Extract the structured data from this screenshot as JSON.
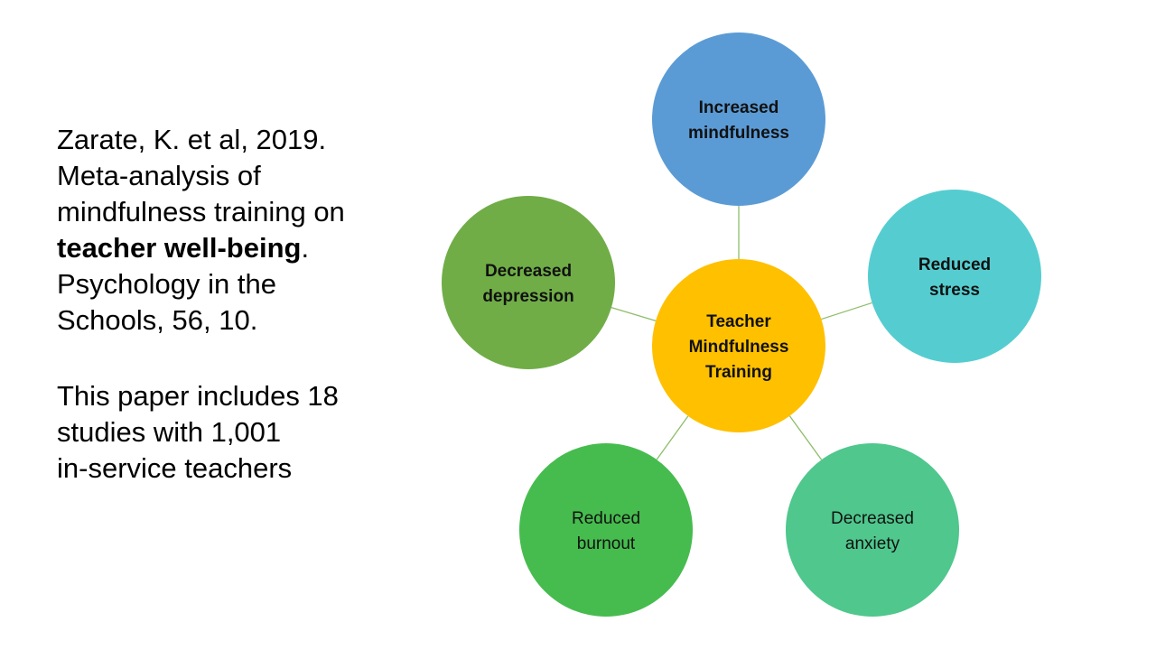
{
  "citation": {
    "line1": "Zarate, K. et al, 2019.",
    "line2": "Meta-analysis of",
    "line3": "mindfulness training on",
    "line4_bold": "teacher well-being",
    "line4_tail": ".",
    "line5": "Psychology in the",
    "line6": "Schools, 56, 10.",
    "line7": "This paper includes 18",
    "line8": "studies with 1,001",
    "line9": "in-service teachers"
  },
  "diagram": {
    "line_color": "#8dbd6a",
    "center": {
      "lines": [
        "Teacher",
        "Mindfulness",
        "Training"
      ],
      "color": "#ffc000",
      "bold": true
    },
    "nodes": [
      {
        "id": "increased-mindfulness",
        "lines": [
          "Increased",
          "mindfulness"
        ],
        "color": "#5b9bd5",
        "bold": true
      },
      {
        "id": "reduced-stress",
        "lines": [
          "Reduced",
          "stress"
        ],
        "color": "#55cdd0",
        "bold": true
      },
      {
        "id": "decreased-anxiety",
        "lines": [
          "Decreased",
          "anxiety"
        ],
        "color": "#4fc78d",
        "bold": false
      },
      {
        "id": "reduced-burnout",
        "lines": [
          "Reduced",
          "burnout"
        ],
        "color": "#46bc4e",
        "bold": false
      },
      {
        "id": "decreased-depression",
        "lines": [
          "Decreased",
          "depression"
        ],
        "color": "#70ad47",
        "bold": true
      }
    ]
  }
}
